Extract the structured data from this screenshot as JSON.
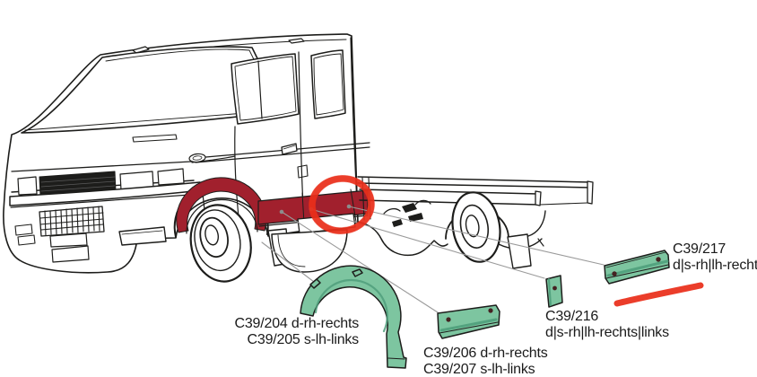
{
  "diagram": {
    "title": "body-repair-panels-diagram",
    "parts": [
      {
        "id": "wheel-arch-panel",
        "label_line1": "C39/204 d-rh-rechts",
        "label_line2": "C39/205 s-lh-links"
      },
      {
        "id": "rocker-repair-panel",
        "label_line1": "C39/206 d-rh-rechts",
        "label_line2": "C39/207 s-lh-links"
      },
      {
        "id": "sill-end-panel",
        "label_line1": "C39/216",
        "label_line2": "d|s-rh|lh-rechts|links"
      },
      {
        "id": "sill-long-panel",
        "label_line1": "C39/217",
        "label_line2": "d|s-rh|lh-recht"
      }
    ]
  },
  "colors": {
    "highlight_red": "#a1202d",
    "marker_red": "#ea2f1a",
    "part_green": "#7dc5a0",
    "part_green_dark": "#4f9e7b",
    "hole_color": "#452222",
    "leader_gray": "#9a9a9a",
    "outline": "#1d1d1b"
  }
}
